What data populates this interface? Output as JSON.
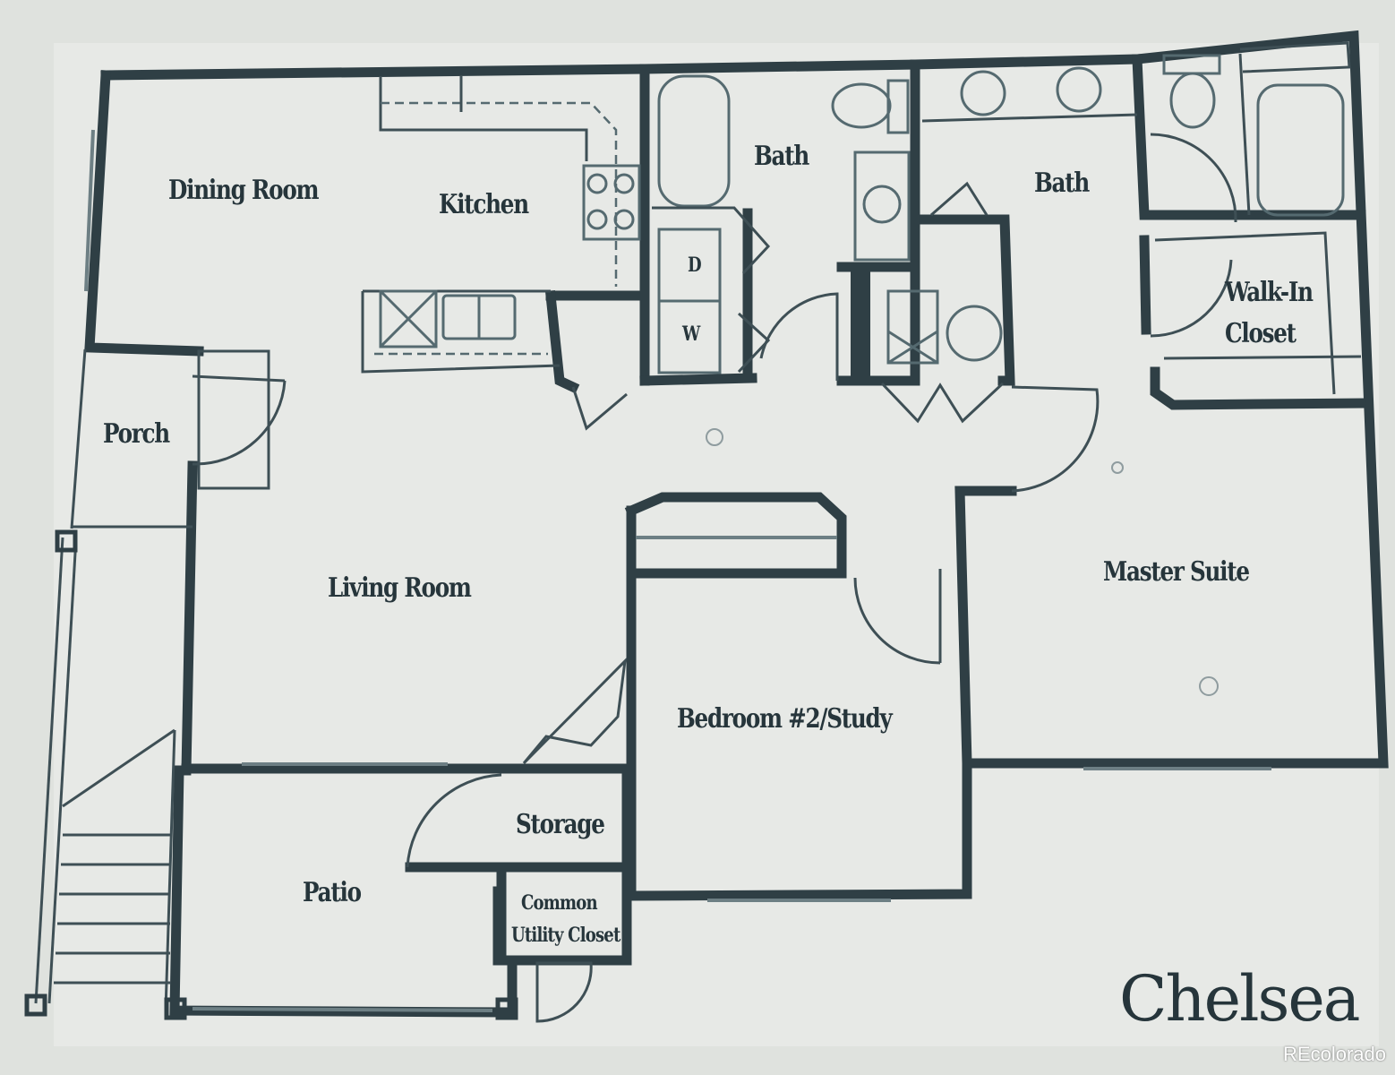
{
  "rooms": {
    "dining_room": "Dining Room",
    "kitchen": "Kitchen",
    "bath_left": "Bath",
    "bath_right": "Bath",
    "dryer": "D",
    "washer": "W",
    "walk_in_closet_line1": "Walk-In",
    "walk_in_closet_line2": "Closet",
    "porch": "Porch",
    "living_room": "Living Room",
    "master_suite": "Master Suite",
    "bedroom_2": "Bedroom #2/Study",
    "storage": "Storage",
    "patio": "Patio",
    "utility_line1": "Common",
    "utility_line2": "Utility Closet"
  },
  "plan_name": "Chelsea",
  "watermark": "REcolorado",
  "colors": {
    "paper": "#dfe2de",
    "ink": "#2f3f45"
  }
}
